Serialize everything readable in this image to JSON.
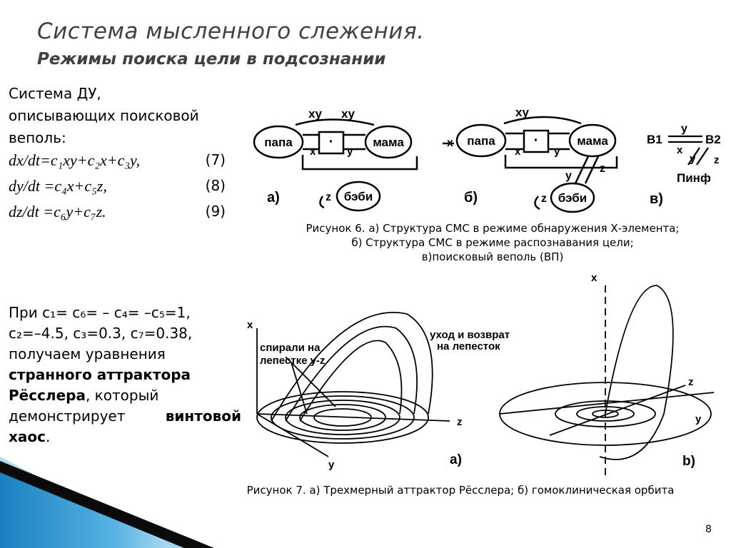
{
  "slide": {
    "title": "Система мысленного слежения.",
    "subtitle": "Режимы поиска цели в подсознании",
    "page_number": "8"
  },
  "left": {
    "intro_line1": "Система  ДУ,",
    "intro_line2": "описывающих поисковой",
    "intro_line3": "веполь:",
    "eq7": "dx/dt=c₁xy+c₂x+c₃y,",
    "eq7_num": "(7)",
    "eq8": "dy/dt =c₄x+c₅z,",
    "eq8_num": "(8)",
    "eq9": "dz/dt =c₆y+c₇z.",
    "eq9_num": "(9)",
    "params_line1": "При  c₁= c₆= – c₄= –c₅=1,",
    "params_line2": "c₂=–4.5,  c₃=0.3,  c₇=0.38,",
    "params_line3": "получаем               уравнения",
    "params_bold1": "странного              аттрактора",
    "params_bold2": "Рёсслера",
    "params_line4": ",               который",
    "params_line5": "демонстрирует",
    "params_bold3": "винтовой",
    "params_bold4": "хаос",
    "params_end": "."
  },
  "fig6": {
    "papa": "папа",
    "mama": "мама",
    "baby": "бэби",
    "xy": "xy",
    "x": "x",
    "y": "y",
    "z": "z",
    "dot": "·",
    "label_a": "а)",
    "label_b": "б)",
    "label_v": "в)",
    "b1": "B1",
    "b2": "B2",
    "pinf": "Пинф",
    "caption_line1": "Рисунок 6. а) Структура СМС в режиме обнаружения Х-элемента;",
    "caption_line2": "б) Структура СМС в режиме распознавания цели;",
    "caption_line3": "в)поисковый веполь (ВП)"
  },
  "fig7": {
    "spiral_label_1": "спирали на",
    "spiral_label_2": "лепестке у-z",
    "return_label_1": "уход и возврат",
    "return_label_2": "на лепесток",
    "axis_x": "x",
    "axis_y": "y",
    "axis_z": "z",
    "label_a": "а)",
    "label_b": "b)",
    "caption": "Рисунок 7. а) Трехмерный аттрактор Рёсслера; б) гомоклиническая орбита"
  },
  "colors": {
    "title": "#404040",
    "band_dark": "#0a0a0a",
    "band_blue": "#2a8fc8",
    "band_light": "#9fd2ee"
  }
}
